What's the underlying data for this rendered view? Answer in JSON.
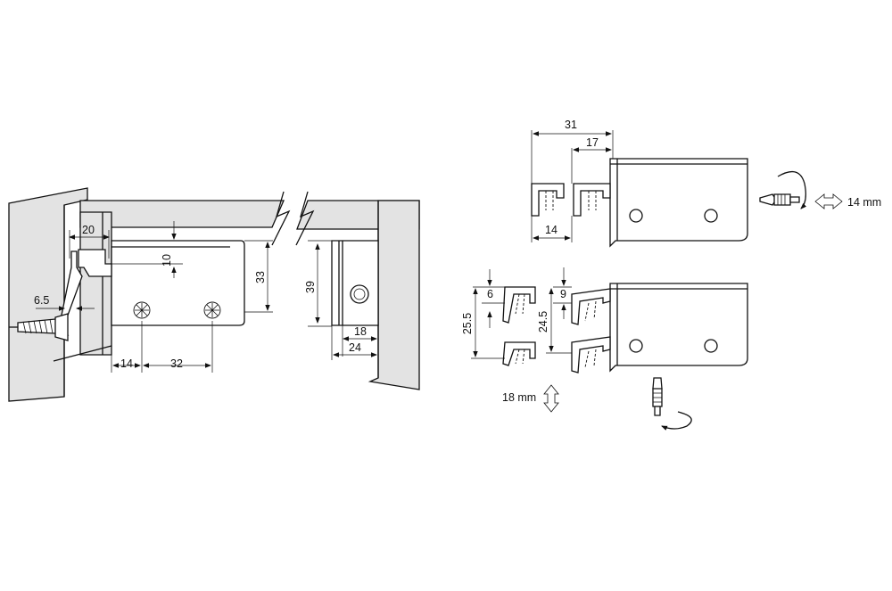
{
  "dimensions": {
    "d20": "20",
    "d10": "10",
    "d33": "33",
    "d6_5": "6.5",
    "d14_left": "14",
    "d32": "32",
    "d39": "39",
    "d18": "18",
    "d24": "24",
    "d31": "31",
    "d17": "17",
    "d14_top": "14",
    "d6": "6",
    "d9": "9",
    "d25_5": "25.5",
    "d24_5": "24.5"
  },
  "adjustments": {
    "lateral": "14 mm",
    "vertical": "18 mm"
  },
  "icons": [
    "screwdriver-icon",
    "rotation-arrow-icon",
    "double-arrow-horizontal-icon",
    "double-arrow-vertical-icon",
    "wall-plug-icon",
    "screw-head-icon"
  ]
}
